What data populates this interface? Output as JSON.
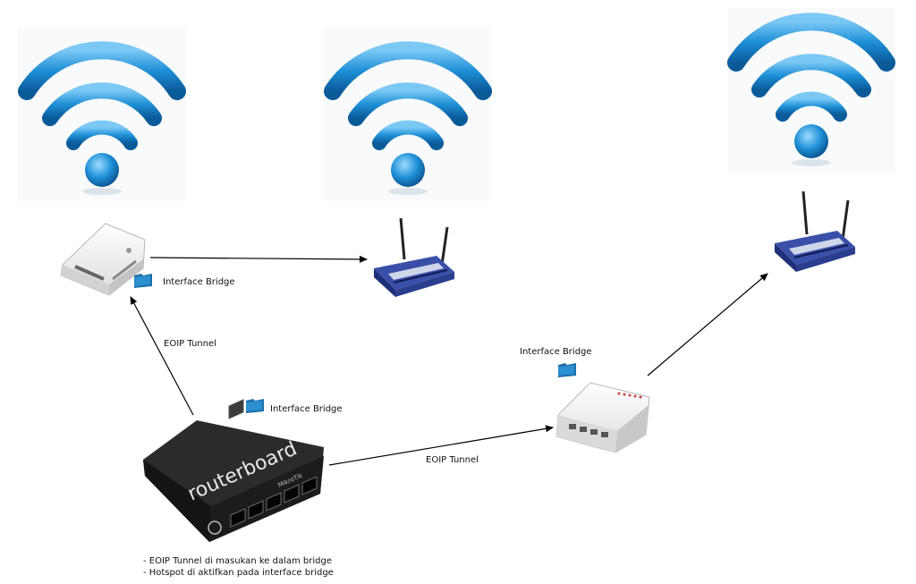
{
  "labels": {
    "bridge_top_left": "Interface Bridge",
    "bridge_center": "Interface Bridge",
    "bridge_right": "Interface Bridge",
    "tunnel_left": "EOIP Tunnel",
    "tunnel_bottom": "EOIP Tunnel"
  },
  "device": {
    "brand_text": "routerboard",
    "sub_text": "MikroTik"
  },
  "notes": [
    "- EOIP Tunnel di masukan ke dalam bridge",
    "- Hotspot di aktifkan pada interface bridge"
  ],
  "colors": {
    "wifi_blue": "#1e8fd6",
    "folder_blue": "#1d6fa8",
    "linksys_blue": "#2a3d8f",
    "router_black": "#1a1a1a"
  }
}
